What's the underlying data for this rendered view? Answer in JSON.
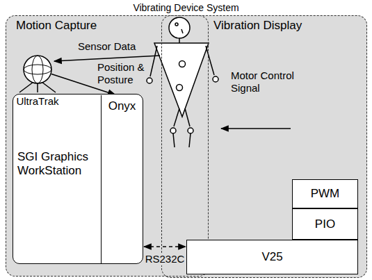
{
  "diagram": {
    "title": "Vibrating Device System",
    "nodes": [
      {
        "text": [
          "Motion Capture"
        ]
      },
      {
        "text": [
          "UltraTrak"
        ],
        "in": 0
      },
      {
        "text": [
          "SGI Graphics WorkStation"
        ],
        "in": 0
      },
      {
        "text": [
          "Onyx"
        ],
        "in": 2
      },
      {
        "text": [
          "Vibration Display"
        ]
      },
      {
        "text": [
          "PWM"
        ],
        "in": 4
      },
      {
        "text": [
          "PIO"
        ],
        "in": 4
      },
      {
        "text": [
          "V25"
        ],
        "in": 4
      }
    ],
    "edges": [
      {
        "from": 1,
        "to": 3,
        "arrow": "to",
        "label": "Position & Posture"
      },
      {
        "from": 2,
        "to": 7,
        "arrow": "both",
        "label": "RS232C"
      }
    ],
    "labels": [
      "Sensor Data",
      "Motor Control Signal"
    ]
  }
}
